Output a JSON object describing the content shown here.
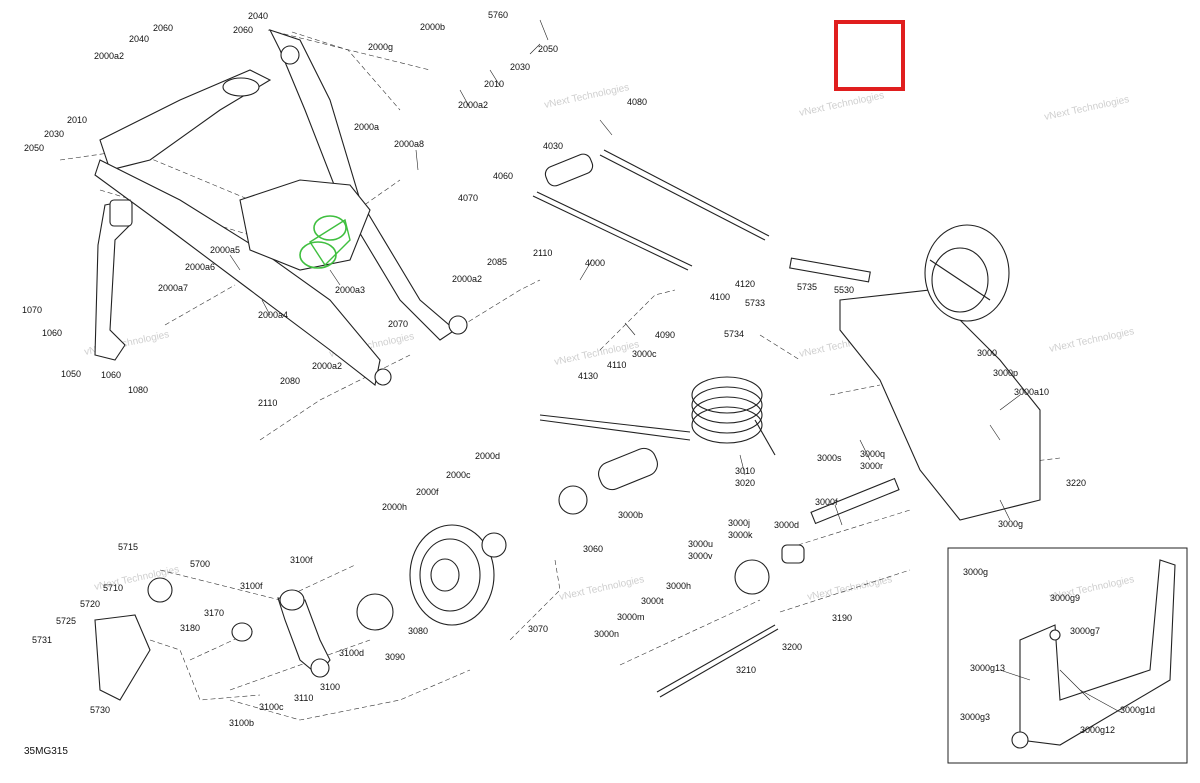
{
  "diagram_id": "35MG315",
  "highlight_color": "#e01e1e",
  "green_part_color": "#3fbf3f",
  "watermark": "vNext Technologies",
  "callouts": [
    "2000b",
    "5760",
    "2050",
    "2040",
    "2060",
    "2000g",
    "2010",
    "2030",
    "2000a2",
    "2060",
    "2040",
    "2000a2",
    "2030",
    "2010",
    "2050",
    "2000a",
    "2000a8",
    "4080",
    "4030",
    "4060",
    "4070",
    "2110",
    "2085",
    "2000a2",
    "4000",
    "2000a5",
    "2000a6",
    "2000a7",
    "2000a4",
    "2000a3",
    "1070",
    "1060",
    "1050",
    "1060",
    "1080",
    "4120",
    "4100",
    "5735",
    "5530",
    "5733",
    "4090",
    "5734",
    "3000",
    "3000c",
    "4110",
    "4130",
    "3000p",
    "3000a10",
    "2070",
    "2000a2",
    "2080",
    "2110",
    "3010",
    "3020",
    "3000q",
    "3000r",
    "3000s",
    "2000d",
    "2000c",
    "2000f",
    "2000h",
    "3220",
    "3000f",
    "3000b",
    "3000g",
    "3060",
    "3000d",
    "3000j",
    "3000k",
    "3000u",
    "3000v",
    "5715",
    "5700",
    "5710",
    "5720",
    "5725",
    "5731",
    "5730",
    "3100f",
    "3100f",
    "3170",
    "3180",
    "3100d",
    "3090",
    "3080",
    "3070",
    "3000h",
    "3000t",
    "3000m",
    "3000n",
    "3190",
    "3200",
    "3210",
    "3110",
    "3100",
    "3100c",
    "3100b",
    "3000g",
    "3000g9",
    "3000g7",
    "3000g13",
    "3000g1d",
    "3000g3",
    "3000g12"
  ]
}
